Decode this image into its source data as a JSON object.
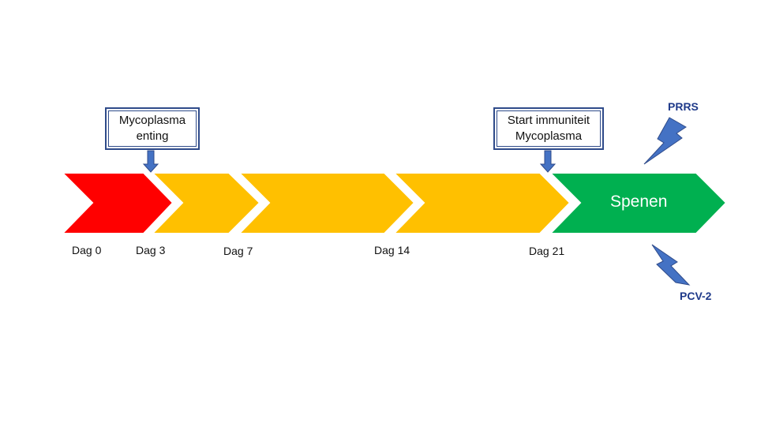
{
  "callouts": {
    "mycoplasma_enting": {
      "line1": "Mycoplasma",
      "line2": "enting"
    },
    "start_immuniteit": {
      "line1": "Start immuniteit",
      "line2": "Mycoplasma"
    }
  },
  "days": [
    "Dag 0",
    "Dag 3",
    "Dag 7",
    "Dag 14",
    "Dag 21"
  ],
  "stages": {
    "spenen": "Spenen"
  },
  "threats": {
    "prrs": "PRRS",
    "pcv2": "PCV-2"
  },
  "colors": {
    "start_stage": "#ff0000",
    "middle_stage": "#ffc000",
    "end_stage": "#00b050",
    "pointer": "#4472c4",
    "lightning": "#4472c4",
    "label_blue": "#1f3a8a"
  }
}
